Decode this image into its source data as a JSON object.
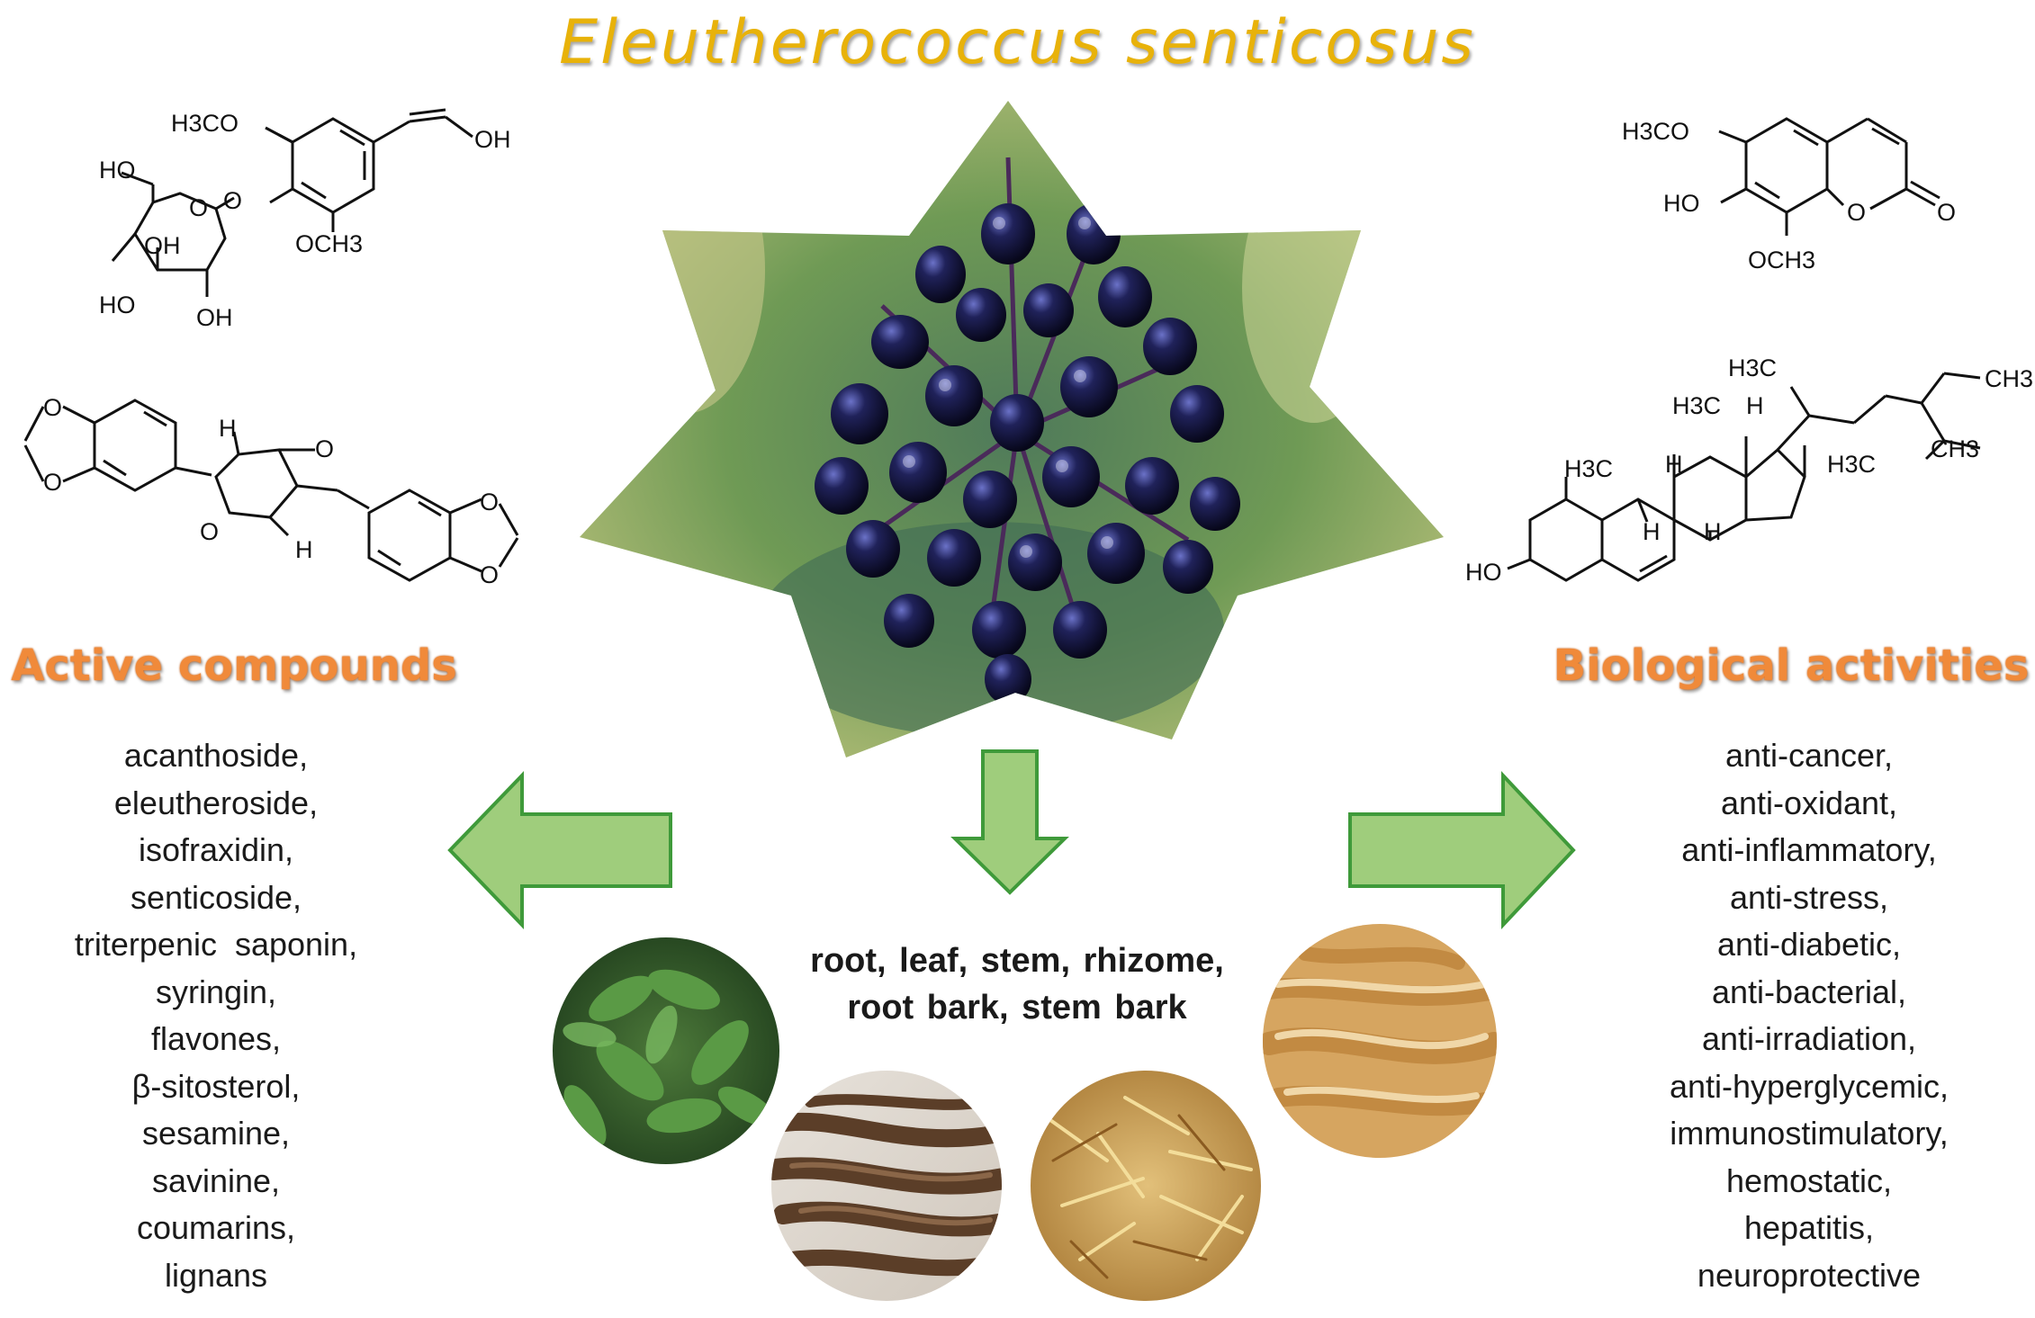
{
  "title": "Eleutherococcus senticosus",
  "active_compounds": {
    "heading": "Active compounds",
    "items": [
      "acanthoside,",
      "eleutheroside,",
      "isofraxidin,",
      "senticoside,",
      "triterpenic  saponin,",
      "syringin,",
      "flavones,",
      "β-sitosterol,",
      "sesamine,",
      "savinine,",
      "coumarins,",
      "lignans"
    ]
  },
  "biological_activities": {
    "heading": "Biological activities",
    "items": [
      "anti-cancer,",
      "anti-oxidant,",
      "anti-inflammatory,",
      "anti-stress,",
      "anti-diabetic,",
      "anti-bacterial,",
      "anti-irradiation,",
      "anti-hyperglycemic,",
      "immunostimulatory,",
      "hemostatic,",
      "hepatitis,",
      "neuroprotective"
    ]
  },
  "plant_parts": {
    "line1": "root, leaf, stem, rhizome,",
    "line2": "root bark, stem bark"
  },
  "molecules": {
    "syringin": {
      "h3co": "H3CO",
      "oh_top": "OH",
      "ho_sugar": "HO",
      "o_link": "O",
      "och3": "OCH3",
      "o_ring": "O",
      "oh_in": "OH",
      "ho_bottom": "HO",
      "oh_bottom": "OH"
    },
    "sesamin": {
      "h_top": "H",
      "o_top": "O",
      "h_bottom": "H",
      "o_bottom": "O",
      "o1": "O",
      "o2": "O",
      "o3": "O",
      "o4": "O"
    },
    "isofraxidin": {
      "h3co": "H3CO",
      "ho": "HO",
      "och3": "OCH3",
      "o_ring": "O",
      "o_keto": "O"
    },
    "sitosterol": {
      "h3c_a": "H3C",
      "h3c_b": "H3C",
      "h3c_c": "H3C",
      "ch3_top": "CH3",
      "h3c_side": "H3C",
      "ch3_side": "CH3",
      "h_17": "H",
      "h_a": "H",
      "h_b": "H",
      "h_c": "H",
      "ho": "HO"
    }
  },
  "colors": {
    "title": "#e8b20a",
    "heading": "#f08a3a",
    "arrow_fill": "#9fcd7c",
    "arrow_stroke": "#3f9a3a",
    "berries": "#1a1a4a"
  }
}
